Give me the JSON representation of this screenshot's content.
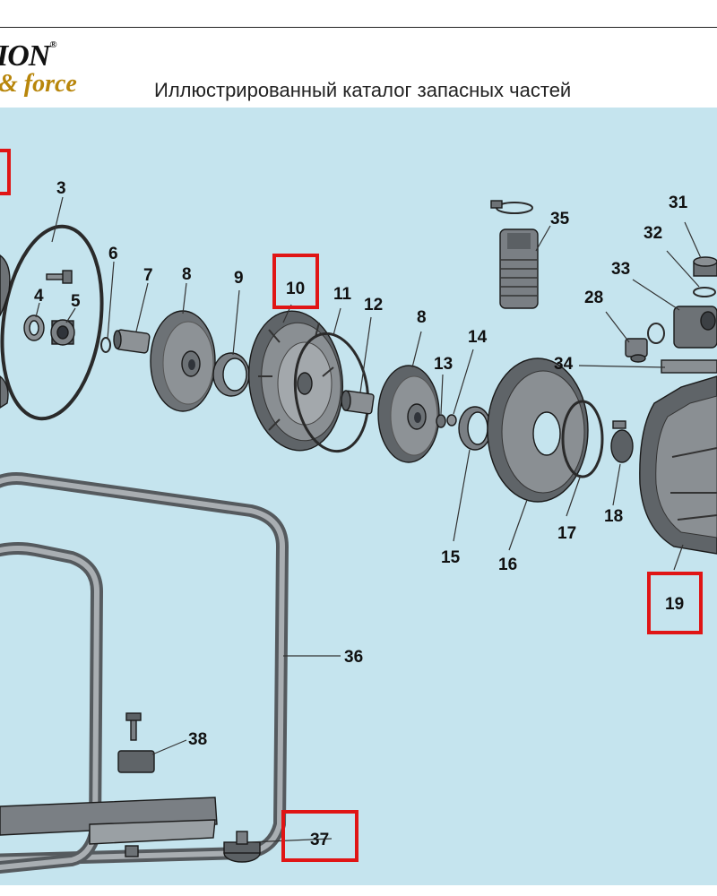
{
  "header": {
    "logo_top": "ION",
    "logo_reg": "®",
    "logo_bottom": "& force",
    "title": "Иллюстрированный каталог запасных частей"
  },
  "colors": {
    "background": "#c5e4ee",
    "highlight": "#e01515",
    "part_fill": "#7a7f84",
    "part_dark": "#3c4044",
    "brand": "#b8860b"
  },
  "labels": [
    {
      "id": "3",
      "text": "3"
    },
    {
      "id": "4",
      "text": "4"
    },
    {
      "id": "5",
      "text": "5"
    },
    {
      "id": "6",
      "text": "6"
    },
    {
      "id": "7",
      "text": "7"
    },
    {
      "id": "8a",
      "text": "8"
    },
    {
      "id": "9",
      "text": "9"
    },
    {
      "id": "10",
      "text": "10"
    },
    {
      "id": "11",
      "text": "11"
    },
    {
      "id": "12",
      "text": "12"
    },
    {
      "id": "8b",
      "text": "8"
    },
    {
      "id": "13",
      "text": "13"
    },
    {
      "id": "14",
      "text": "14"
    },
    {
      "id": "15",
      "text": "15"
    },
    {
      "id": "16",
      "text": "16"
    },
    {
      "id": "17",
      "text": "17"
    },
    {
      "id": "18",
      "text": "18"
    },
    {
      "id": "19",
      "text": "19"
    },
    {
      "id": "28",
      "text": "28"
    },
    {
      "id": "31",
      "text": "31"
    },
    {
      "id": "32",
      "text": "32"
    },
    {
      "id": "33",
      "text": "33"
    },
    {
      "id": "34",
      "text": "34"
    },
    {
      "id": "35",
      "text": "35"
    },
    {
      "id": "36",
      "text": "36"
    },
    {
      "id": "37",
      "text": "37"
    },
    {
      "id": "38",
      "text": "38"
    }
  ],
  "highlighted_parts": [
    "10",
    "19",
    "37"
  ]
}
